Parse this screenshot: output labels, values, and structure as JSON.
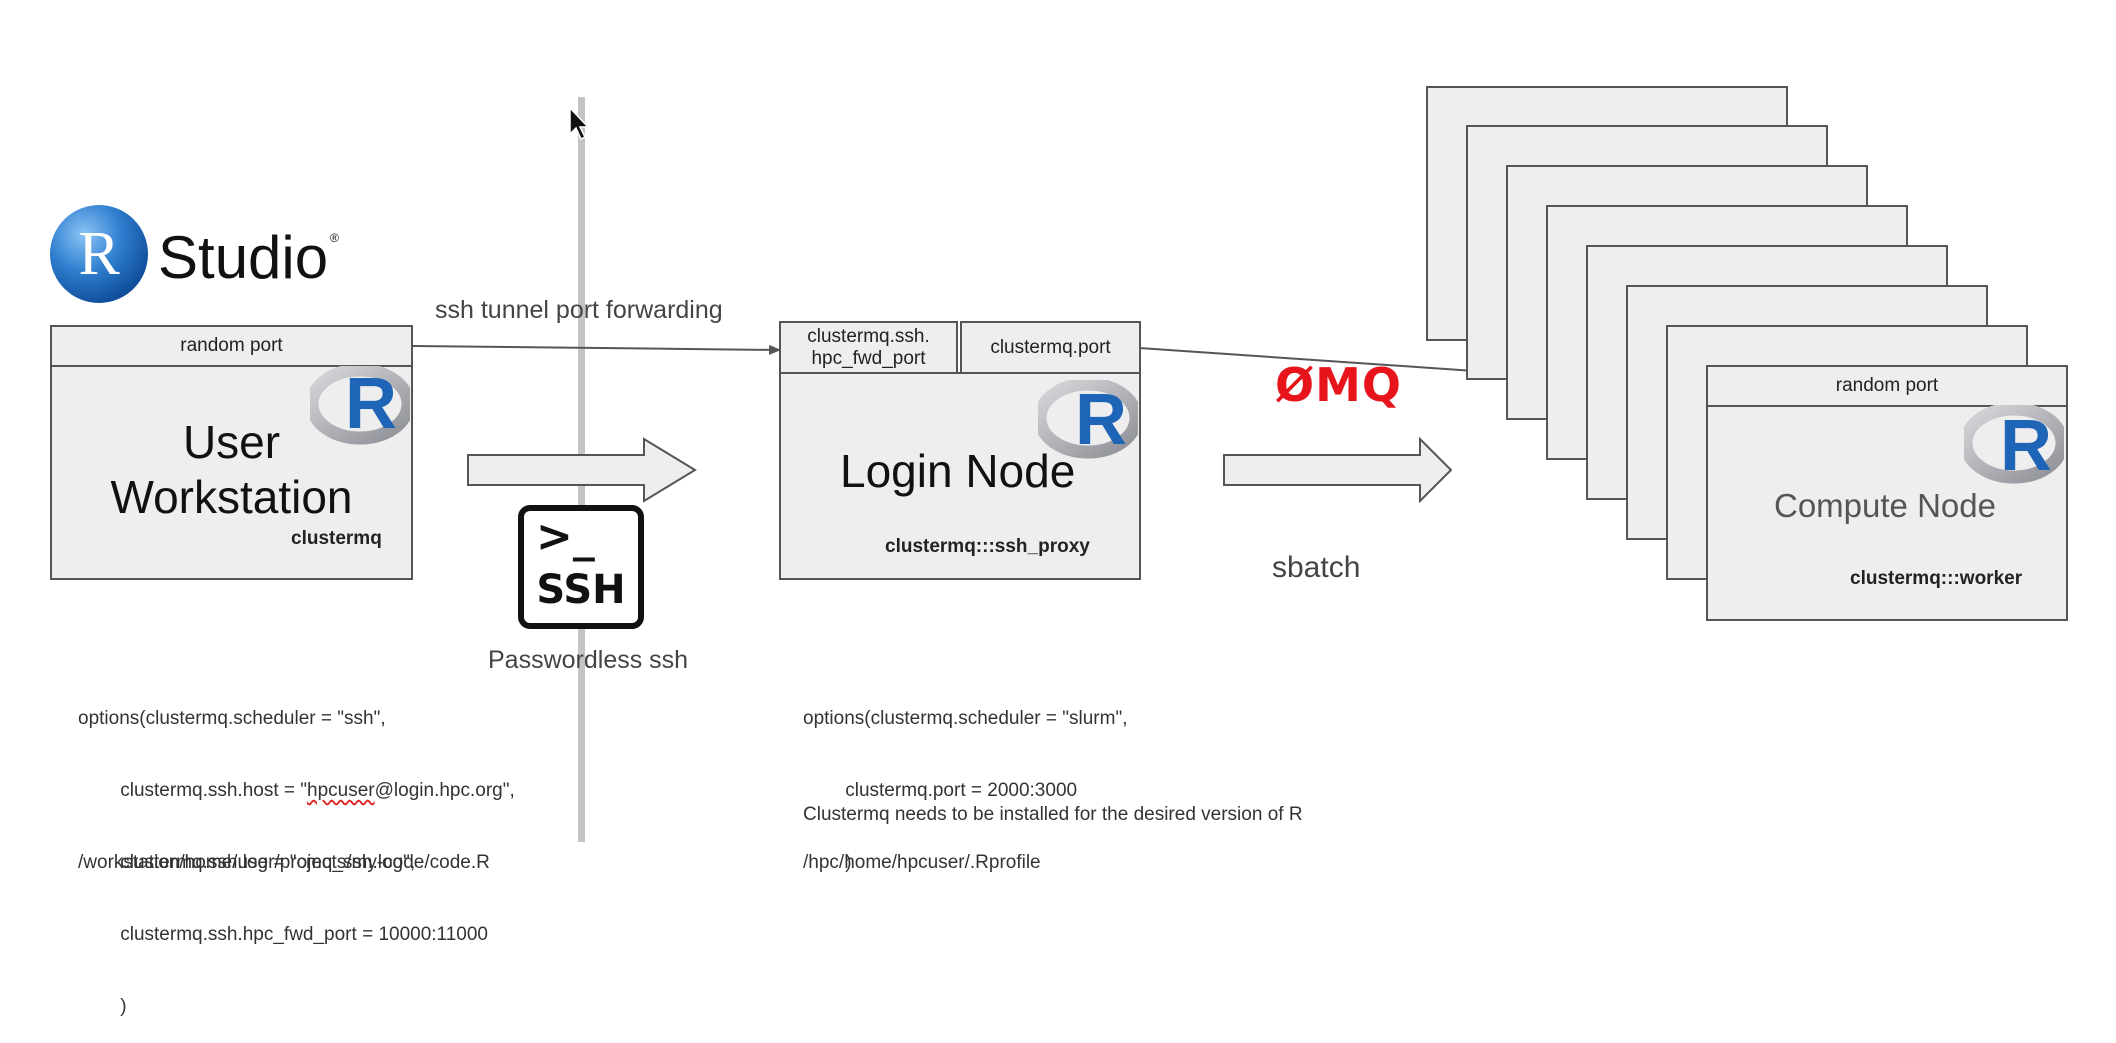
{
  "rstudio": {
    "r_letter": "R",
    "name": "Studio",
    "reg": "®"
  },
  "workstation": {
    "port": "random port",
    "title_line1": "User",
    "title_line2": "Workstation",
    "sub": "clustermq"
  },
  "login": {
    "port_a_line1": "clustermq.ssh.",
    "port_a_line2": "hpc_fwd_port",
    "port_b": "clustermq.port",
    "title": "Login Node",
    "sub": "clustermq:::ssh_proxy"
  },
  "compute": {
    "port": "random port",
    "title": "Compute Node",
    "sub": "clustermq:::worker"
  },
  "labels": {
    "tunnel": "ssh tunnel port forwarding",
    "passwordless": "Passwordless ssh",
    "zmq": "ØMQ",
    "sbatch": "sbatch",
    "ssh_icon_top": ">_",
    "ssh_icon_bottom": "SSH"
  },
  "code_left": {
    "line1": "options(clustermq.scheduler = \"ssh\",",
    "line2_pre": "        clustermq.ssh.host = \"",
    "line2_user": "hpcuser",
    "line2_post": "@login.hpc.org\",",
    "line3": "        clustermq.ssh.log = \"cmq_ssh.log\",",
    "line4": "        clustermq.ssh.hpc_fwd_port = 10000:11000",
    "line5": "        )",
    "path": "/workstation/home/user/projects/my-code/code.R"
  },
  "code_right": {
    "line1": "options(clustermq.scheduler = \"slurm\",",
    "line2": "        clustermq.port = 2000:3000",
    "line3": "        )",
    "note": "Clustermq needs to be installed for the desired version of R",
    "path": "/hpc/home/hpcuser/.Rprofile"
  },
  "r_logo_letter": "R",
  "colors": {
    "box_fill": "#eeeeee",
    "border": "#555555",
    "r_blue": "#1f65b7",
    "zmq_red": "#e8141b"
  }
}
